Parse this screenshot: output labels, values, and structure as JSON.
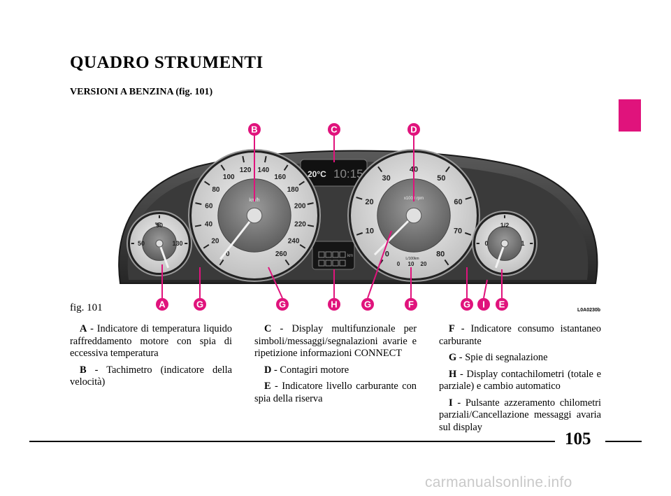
{
  "title": "QUADRO STRUMENTI",
  "subtitle": "VERSIONI A BENZINA (fig. 101)",
  "tab_color": "#e0137c",
  "figure": {
    "caption": "fig. 101",
    "code": "L0A0230b",
    "callout_color": "#e0137c",
    "callouts": [
      "A",
      "G",
      "B",
      "C",
      "D",
      "G",
      "H",
      "G",
      "F",
      "G",
      "I",
      "E"
    ],
    "display_temp": "20°C",
    "display_time": "10:15",
    "speedo_unit": "km/h",
    "tacho_unit": "x1000 rpm",
    "speedo_ticks": [
      "0",
      "20",
      "40",
      "60",
      "80",
      "100",
      "120",
      "140",
      "160",
      "180",
      "200",
      "220",
      "240",
      "260"
    ],
    "tacho_ticks": [
      "0",
      "10",
      "20",
      "30",
      "40",
      "50",
      "60",
      "70",
      "80"
    ],
    "temp_ticks": [
      "50",
      "90",
      "130"
    ],
    "temp_symbol": "°C",
    "fuel_ticks": [
      "0",
      "1/2",
      "1"
    ],
    "consumption_ticks": [
      "0",
      "10",
      "20"
    ],
    "consumption_unit": "L/100km",
    "odo_unit": "km"
  },
  "legend": {
    "col1": [
      {
        "key": "A",
        "text": " - Indicatore di temperatura liquido raffreddamento motore con spia di eccessiva temperatura"
      },
      {
        "key": "B",
        "text": " - Tachimetro (indicatore della velocità)"
      }
    ],
    "col2": [
      {
        "key": "C",
        "text": " - Display multifunzionale per simboli/messaggi/segnalazioni avarie e ripetizione informazioni CONNECT"
      },
      {
        "key": "D",
        "text": " - Contagiri motore"
      },
      {
        "key": "E",
        "text": " - Indicatore livello carburante con spia della riserva"
      }
    ],
    "col3": [
      {
        "key": "F",
        "text": " - Indicatore consumo istantaneo carburante"
      },
      {
        "key": "G",
        "text": " - Spie di segnalazione"
      },
      {
        "key": "H",
        "text": " - Display contachilometri (totale e parziale) e cambio automatico"
      },
      {
        "key": "I",
        "text": " - Pulsante azzeramento chilometri parziali/Cancellazione messaggi avaria sul display"
      }
    ]
  },
  "page_number": "105",
  "watermark": "carmanualsonline.info"
}
